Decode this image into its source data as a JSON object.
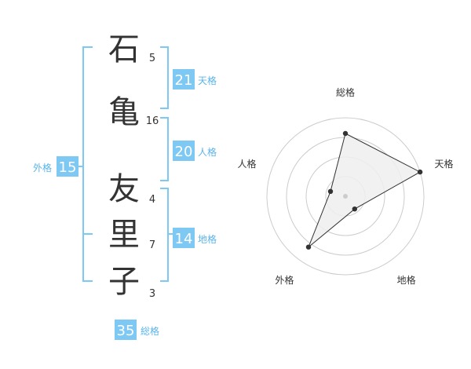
{
  "name": {
    "surname": [
      {
        "char": "石",
        "strokes": "5"
      },
      {
        "char": "亀",
        "strokes": "16"
      }
    ],
    "given": [
      {
        "char": "友",
        "strokes": "4"
      },
      {
        "char": "里",
        "strokes": "7"
      },
      {
        "char": "子",
        "strokes": "3"
      }
    ]
  },
  "fortunes": {
    "tenkaku": {
      "value": "21",
      "label": "天格"
    },
    "jinkaku": {
      "value": "20",
      "label": "人格"
    },
    "chikaku": {
      "value": "14",
      "label": "地格"
    },
    "gaikaku": {
      "value": "15",
      "label": "外格"
    },
    "soukaku": {
      "value": "35",
      "label": "総格"
    }
  },
  "colors": {
    "accent": "#5bb4e8",
    "badge": "#7ec8f4",
    "text": "#333333",
    "ring": "#cccccc",
    "polygon_fill": "#eeeeee"
  },
  "chart_data": {
    "type": "radar",
    "axes": [
      "総格",
      "天格",
      "地格",
      "外格",
      "人格"
    ],
    "values": [
      4,
      5,
      1,
      4,
      1
    ],
    "range": [
      0,
      5
    ],
    "rings": 4,
    "grid": true
  }
}
